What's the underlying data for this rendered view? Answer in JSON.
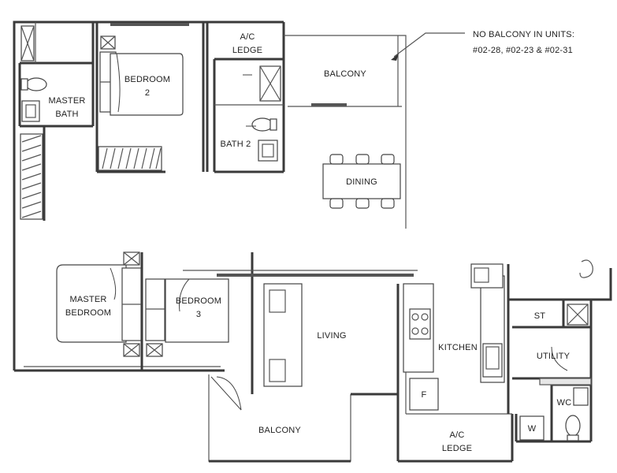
{
  "rooms": {
    "master_bath": [
      "MASTER",
      "BATH"
    ],
    "bedroom2": [
      "BEDROOM",
      "2"
    ],
    "ac_ledge_top": [
      "A/C",
      "LEDGE"
    ],
    "balcony_top": "BALCONY",
    "bath2": "BATH 2",
    "dining": "DINING",
    "master_bedroom": [
      "MASTER",
      "BEDROOM"
    ],
    "bedroom3": [
      "BEDROOM",
      "3"
    ],
    "living": "LIVING",
    "kitchen": "KITCHEN",
    "st": "ST",
    "utility": "UTILITY",
    "wc": "WC",
    "fridge": "F",
    "washer": "W",
    "balcony_bottom": "BALCONY",
    "ac_ledge_bottom": [
      "A/C",
      "LEDGE"
    ]
  },
  "note": [
    "NO BALCONY IN UNITS:",
    "#02-28, #02-23 & #02-31"
  ]
}
